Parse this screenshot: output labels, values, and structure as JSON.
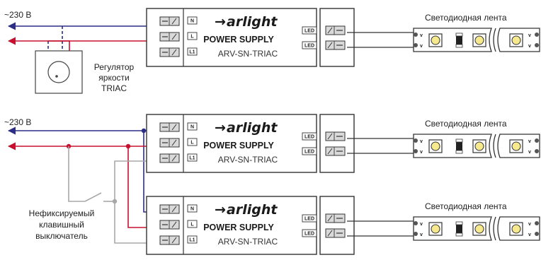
{
  "colors": {
    "neutral": "#2b2d86",
    "live": "#c8102e",
    "switch": "#a8a8a8",
    "outline": "#333333"
  },
  "top": {
    "voltage_label": "~230 В",
    "dimmer_label": [
      "Регулятор",
      "яркости",
      "TRIAC"
    ],
    "psu": {
      "brand": "arlight",
      "title": "POWER SUPPLY",
      "model": "ARV-SN-TRIAC",
      "inputs": [
        "N",
        "L",
        "L1"
      ],
      "outputs": [
        "LED",
        "LED"
      ]
    },
    "strip": {
      "title": "Светодиодная лента"
    }
  },
  "bottom": {
    "voltage_label": "~230 В",
    "switch_label": [
      "Нефиксируемый",
      "клавишный",
      "выключатель"
    ],
    "psu1": {
      "brand": "arlight",
      "title": "POWER SUPPLY",
      "model": "ARV-SN-TRIAC",
      "inputs": [
        "N",
        "L",
        "L1"
      ],
      "outputs": [
        "LED",
        "LED"
      ]
    },
    "psu2": {
      "brand": "arlight",
      "title": "POWER SUPPLY",
      "model": "ARV-SN-TRIAC",
      "inputs": [
        "N",
        "L",
        "L1"
      ],
      "outputs": [
        "LED",
        "LED"
      ]
    },
    "strip1": {
      "title": "Светодиодная лента"
    },
    "strip2": {
      "title": "Светодиодная лента"
    }
  }
}
